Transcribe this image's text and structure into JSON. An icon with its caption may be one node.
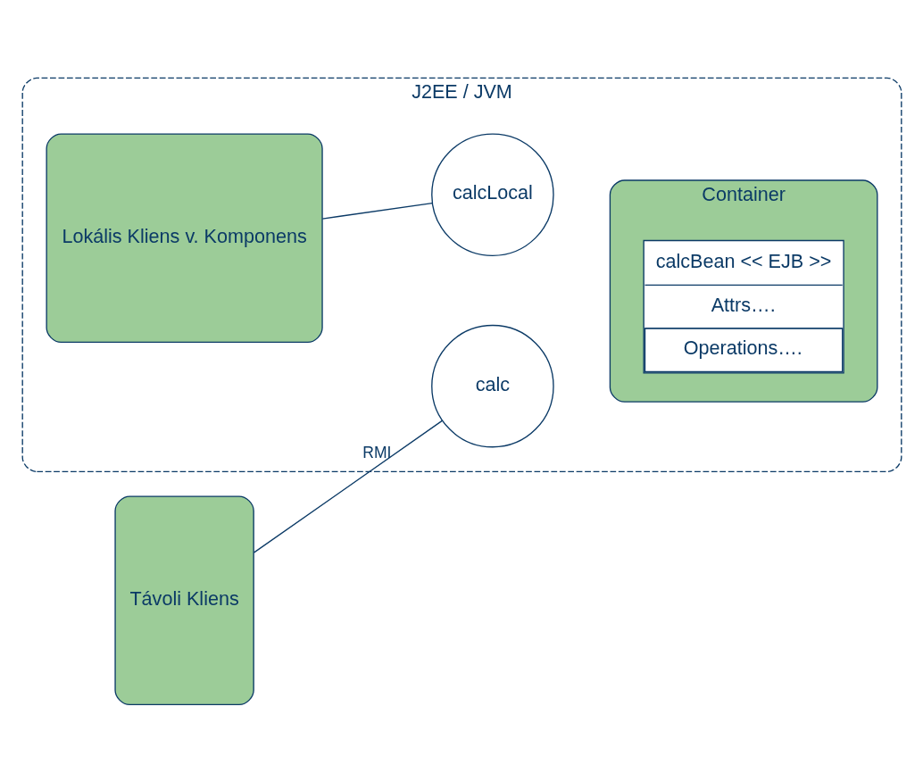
{
  "diagram": {
    "nodes": [
      {
        "text": [
          "J2EE / JVM"
        ]
      },
      {
        "text": [
          "Távoli Kliens"
        ]
      },
      {
        "text": [
          "calc"
        ],
        "in": 0
      },
      {
        "text": [
          "Container"
        ],
        "in": 0
      },
      {
        "text": [
          "calcBean << EJB >>",
          "Attrs….",
          "Operations…."
        ],
        "in": 3
      },
      {
        "text": [
          "calcLocal"
        ],
        "in": 0
      },
      {
        "text": [
          "Lokális Kliens v. Komponens"
        ],
        "in": 0
      }
    ],
    "edges": [
      {
        "from": 1,
        "to": 2,
        "arrow": "none",
        "label": "RMI"
      },
      {
        "from": 6,
        "to": 5,
        "arrow": "none"
      }
    ]
  }
}
